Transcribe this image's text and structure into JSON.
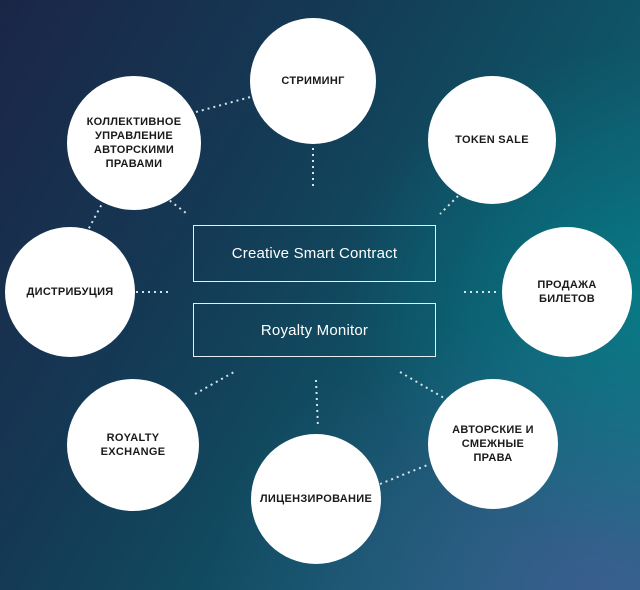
{
  "center": {
    "contract_label": "Creative Smart Contract",
    "monitor_label": "Royalty Monitor"
  },
  "nodes": {
    "streaming": "СТРИМИНГ",
    "collective_rights": "КОЛЛЕКТИВНОЕ УПРАВЛЕНИЕ АВТОРСКИМИ ПРАВАМИ",
    "token_sale": "TOKEN SALE",
    "distribution": "ДИСТРИБУЦИЯ",
    "ticket_sales": "ПРОДАЖА БИЛЕТОВ",
    "royalty_exchange": "ROYALTY EXCHANGE",
    "copyright_related": "АВТОРСКИЕ И СМЕЖНЫЕ ПРАВА",
    "licensing": "ЛИЦЕНЗИРОВАНИЕ"
  },
  "colors": {
    "background_dark": "#1b2547",
    "background_teal": "#146e7c",
    "node_fill": "#ffffff",
    "connector": "#d5e4ea"
  }
}
